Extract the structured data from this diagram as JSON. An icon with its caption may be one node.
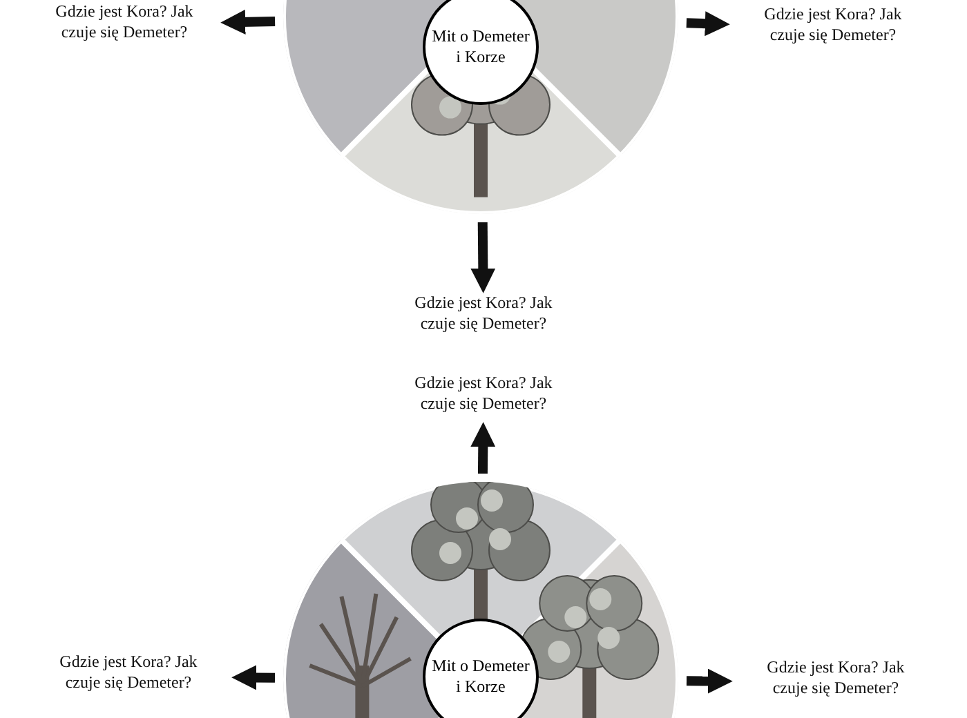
{
  "diagram": {
    "nodes": [
      {
        "text": [],
        "shape": "picture"
      },
      {
        "text": [
          "Mit o Demeter i Korze"
        ],
        "in": 0
      },
      {
        "text": [
          "Gdzie jest Kora? Jak czuje się Demeter?"
        ]
      },
      {
        "text": [
          "Gdzie jest Kora? Jak czuje się Demeter?"
        ]
      },
      {
        "text": [
          "Gdzie jest Kora? Jak czuje się Demeter?"
        ]
      },
      {
        "text": [
          "Gdzie jest Kora? Jak czuje się Demeter?"
        ]
      },
      {
        "text": [],
        "shape": "picture"
      },
      {
        "text": [
          "Mit o Demeter i Korze"
        ],
        "in": 6
      },
      {
        "text": [
          "Gdzie jest Kora? Jak czuje się Demeter?"
        ]
      },
      {
        "text": [
          "Gdzie jest Kora? Jak czuje się Demeter?"
        ]
      }
    ],
    "edges": [
      {
        "from": 0,
        "to": 2,
        "arrow": "to"
      },
      {
        "from": 0,
        "to": 3,
        "arrow": "to"
      },
      {
        "from": 0,
        "to": 4,
        "arrow": "to"
      },
      {
        "from": 6,
        "to": 5,
        "arrow": "to"
      },
      {
        "from": 6,
        "to": 8,
        "arrow": "to"
      },
      {
        "from": 6,
        "to": 9,
        "arrow": "to"
      }
    ]
  }
}
